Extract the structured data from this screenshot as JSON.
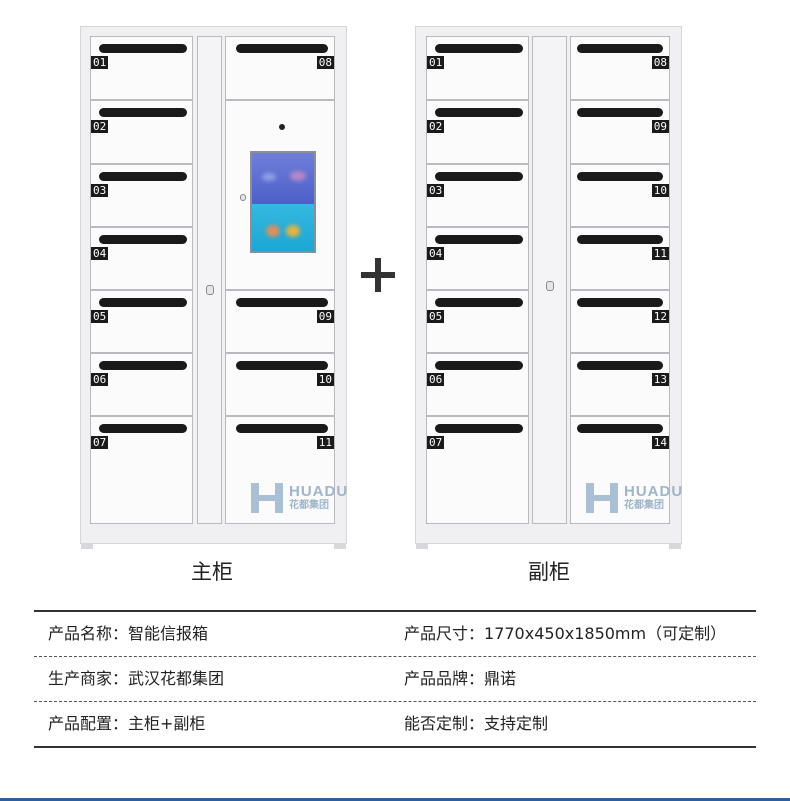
{
  "cabinets": {
    "main": {
      "caption": "主柜",
      "left_doors": [
        "01",
        "02",
        "03",
        "04",
        "05",
        "06",
        "07"
      ],
      "right_top_door": "08",
      "right_bottom_doors": [
        "09",
        "10",
        "11"
      ]
    },
    "sub": {
      "caption": "副柜",
      "left_doors": [
        "01",
        "02",
        "03",
        "04",
        "05",
        "06",
        "07"
      ],
      "right_doors": [
        "08",
        "09",
        "10",
        "11",
        "12",
        "13",
        "14"
      ]
    }
  },
  "brand": {
    "name_en": "HUADU",
    "name_cn": "花都集团",
    "color": "#a9bfd3"
  },
  "connector_symbol": "+",
  "specs": [
    {
      "left_label": "产品名称：",
      "left_value": "智能信报箱",
      "right_label": "产品尺寸：",
      "right_value": "1770x450x1850mm（可定制）"
    },
    {
      "left_label": "生产商家：",
      "left_value": "武汉花都集团",
      "right_label": "产品品牌：",
      "right_value": "鼎诺"
    },
    {
      "left_label": "产品配置：",
      "left_value": "主柜+副柜",
      "right_label": "能否定制：",
      "right_value": "支持定制"
    }
  ],
  "colors": {
    "cabinet": "#f0f0f2",
    "door_number": "#1a1a1a",
    "screen_top": "#5a6bd0",
    "screen_bottom": "#25b0da",
    "footer_line": "#2c5f9e"
  }
}
